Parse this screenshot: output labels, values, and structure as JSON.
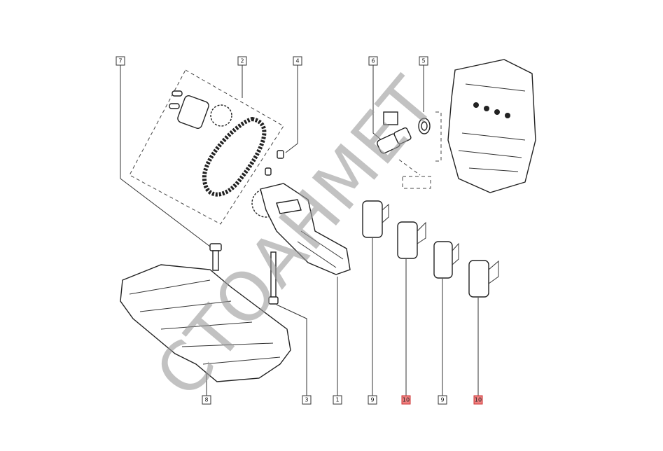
{
  "callouts_top": [
    {
      "id": "7",
      "highlight": false
    },
    {
      "id": "2",
      "highlight": false
    },
    {
      "id": "4",
      "highlight": false
    },
    {
      "id": "6",
      "highlight": false
    },
    {
      "id": "5",
      "highlight": false
    }
  ],
  "callouts_bottom": [
    {
      "id": "8",
      "highlight": false
    },
    {
      "id": "3",
      "highlight": false
    },
    {
      "id": "1",
      "highlight": false
    },
    {
      "id": "9",
      "highlight": false
    },
    {
      "id": "10",
      "highlight": true
    },
    {
      "id": "9",
      "highlight": false
    },
    {
      "id": "10",
      "highlight": true
    }
  ],
  "highlight_color": "#f08080",
  "watermark": "СТОАНМЕТ"
}
